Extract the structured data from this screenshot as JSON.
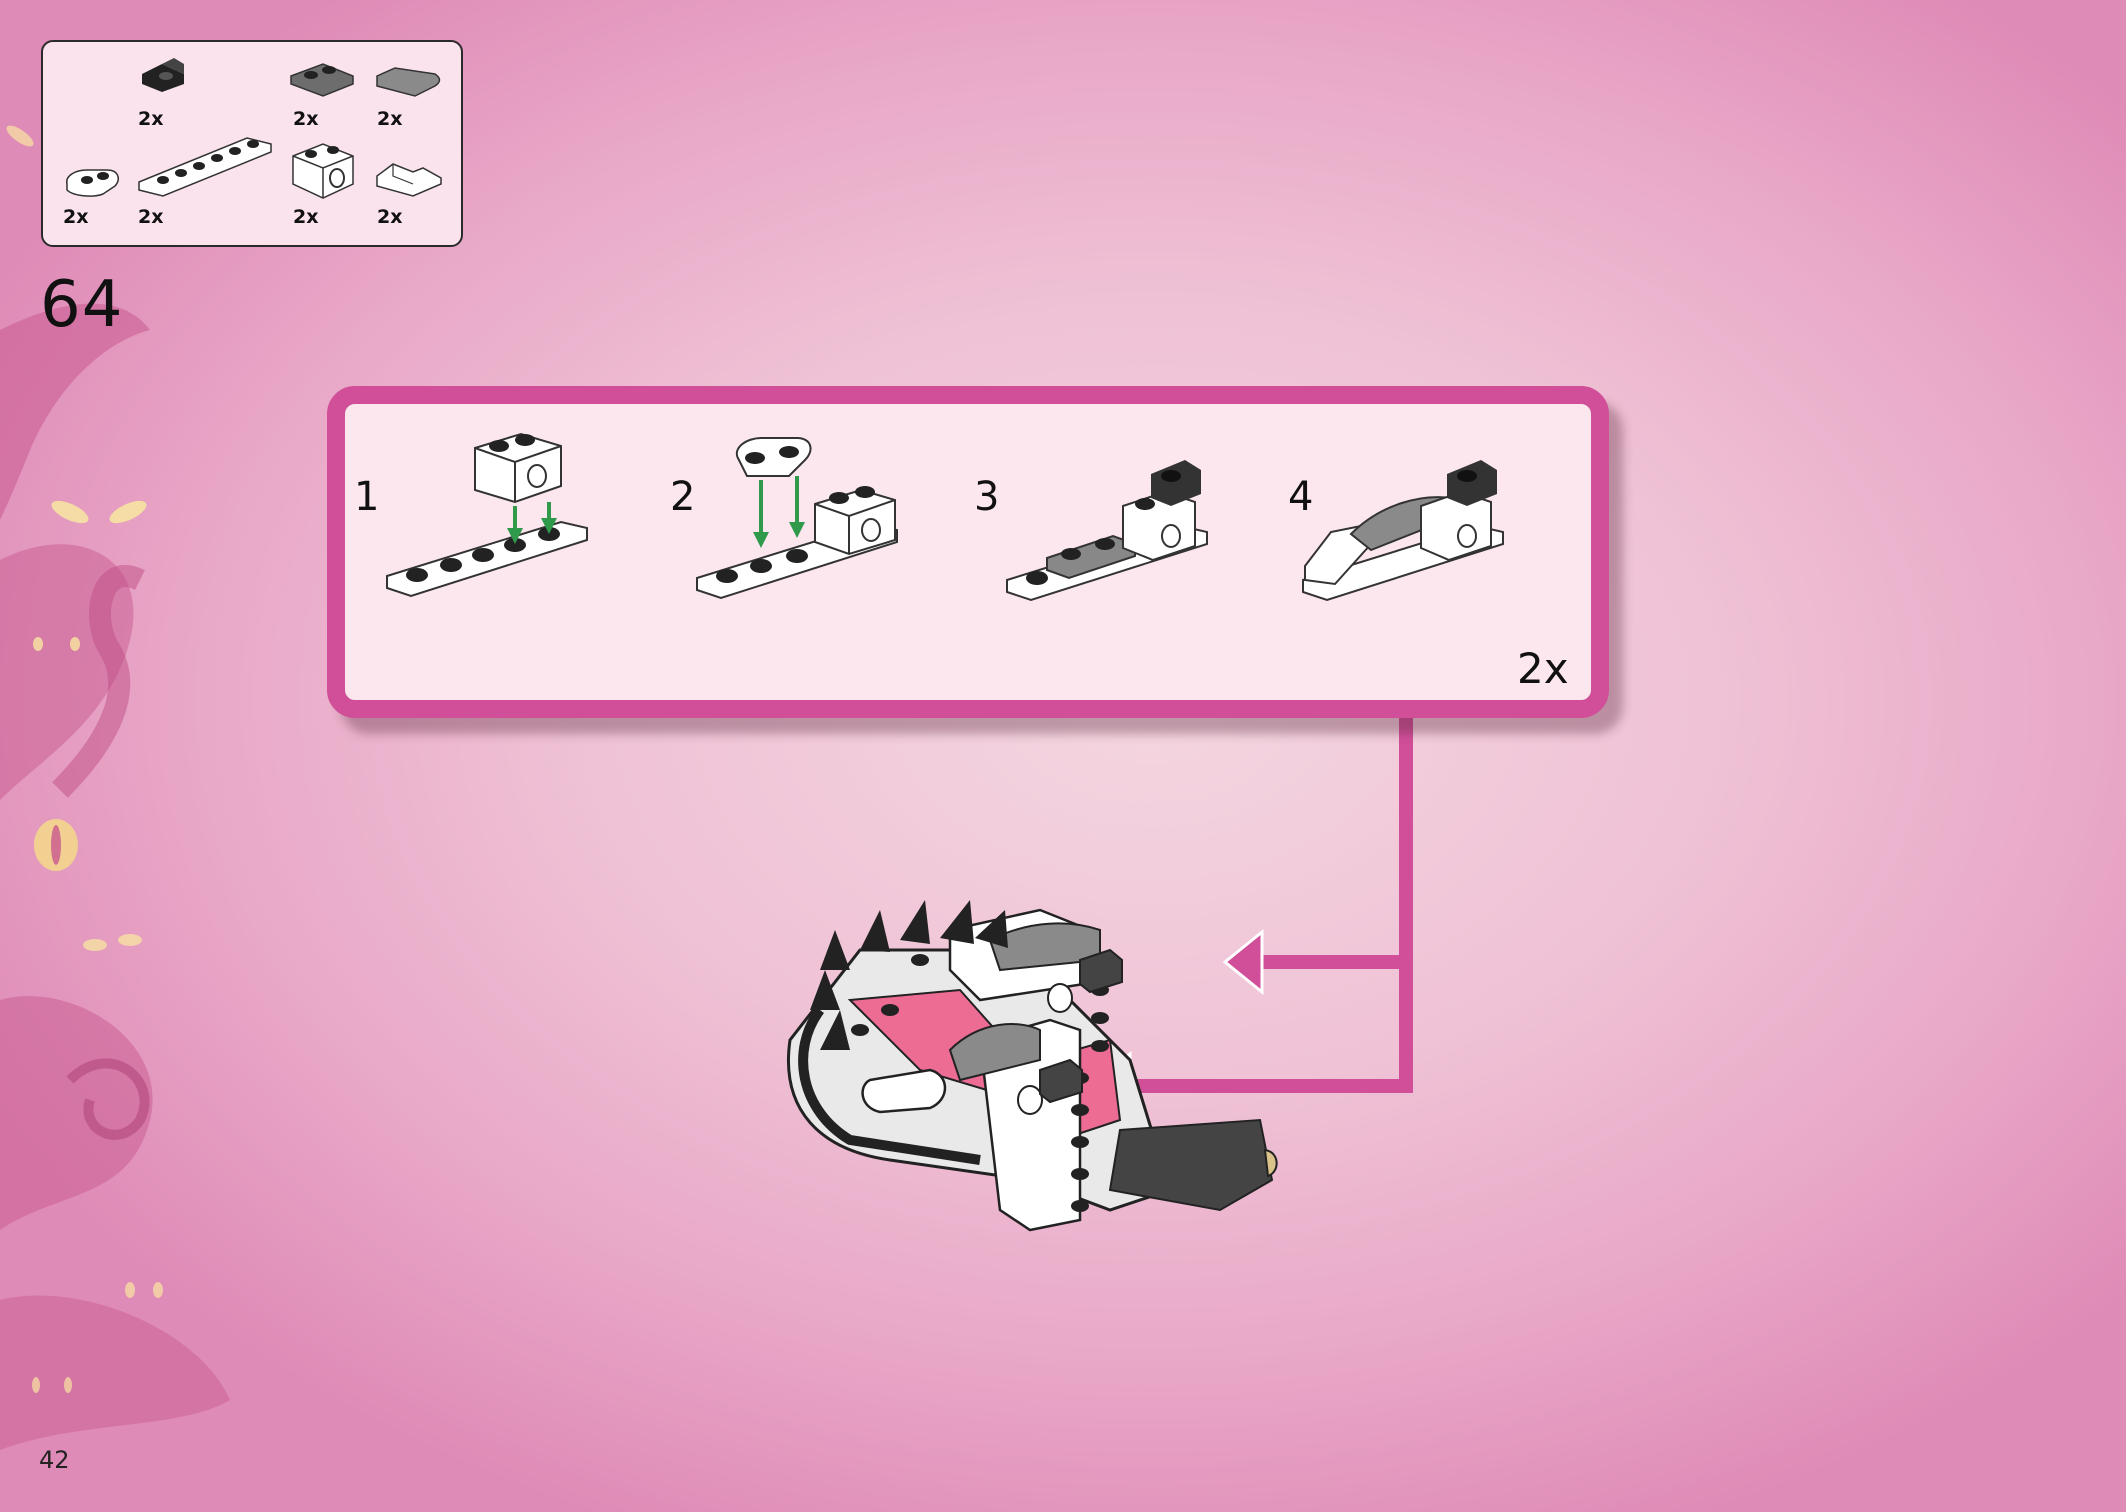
{
  "page_number": "42",
  "step_number": "64",
  "parts_list": [
    {
      "part": "black-bracket",
      "qty": "2x"
    },
    {
      "part": "dark-gray-plate-1x2",
      "qty": "2x"
    },
    {
      "part": "gray-curved-slope",
      "qty": "2x"
    },
    {
      "part": "white-plate-rounded-1x2",
      "qty": "2x"
    },
    {
      "part": "white-plate-1x6",
      "qty": "2x"
    },
    {
      "part": "white-technic-brick",
      "qty": "2x"
    },
    {
      "part": "white-wedge-slope",
      "qty": "2x"
    }
  ],
  "sub_steps": [
    {
      "label": "1"
    },
    {
      "label": "2"
    },
    {
      "label": "3"
    },
    {
      "label": "4"
    }
  ],
  "sub_assembly_count": "2x",
  "colors": {
    "accent": "#d04f98",
    "panel": "#fce7ef",
    "arrow_green": "#2e9a4a",
    "background": "#efc1d5"
  },
  "icons": [
    "green-down-arrow-icon",
    "pink-placement-arrow-icon"
  ]
}
